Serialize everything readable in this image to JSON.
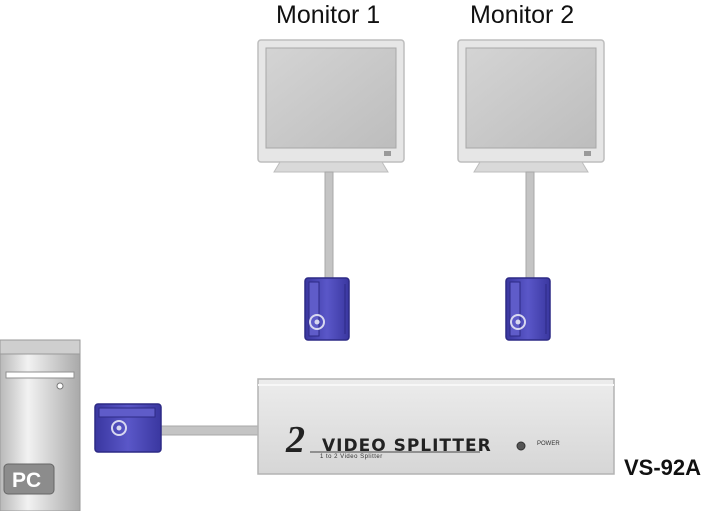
{
  "monitors": [
    {
      "label": "Monitor 1"
    },
    {
      "label": "Monitor 2"
    }
  ],
  "splitter": {
    "number": "2",
    "title": "VIDEO SPLITTER",
    "subtitle": "1 to 2 Video Splitter",
    "power_label": "POWER",
    "model": "VS-92A"
  },
  "computer": {
    "label": "PC"
  },
  "colors": {
    "connector": "#4b47b5",
    "cable": "#c4c4c4",
    "device_body": "#e3e3e3",
    "monitor_frame": "#e5e5e5",
    "monitor_screen": "#c8c8c8"
  }
}
